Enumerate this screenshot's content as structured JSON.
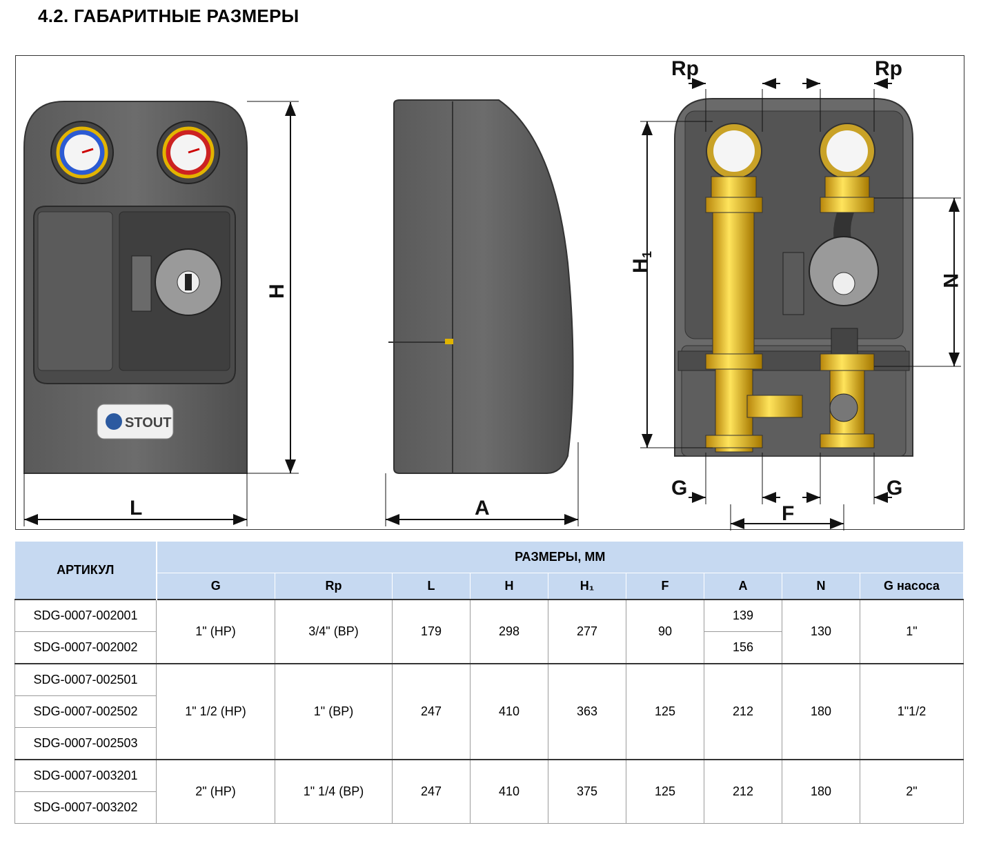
{
  "title": "4.2. ГАБАРИТНЫЕ РАЗМЕРЫ",
  "drawing": {
    "labels": {
      "H": "H",
      "L": "L",
      "A": "A",
      "H1": "H",
      "H1_sub": "1",
      "N": "N",
      "F": "F",
      "G_left": "G",
      "G_right": "G",
      "Rp_left": "Rp",
      "Rp_right": "Rp"
    },
    "logo_text": "STOUT"
  },
  "table": {
    "article_header": "АРТИКУЛ",
    "group_header": "РАЗМЕРЫ, ММ",
    "columns": [
      "G",
      "Rp",
      "L",
      "H",
      "H₁",
      "F",
      "A",
      "N",
      "G насоса"
    ],
    "groups": [
      {
        "articles": [
          "SDG-0007-002001",
          "SDG-0007-002002"
        ],
        "G": "1\" (НР)",
        "Rp": "3/4\" (ВР)",
        "L": "179",
        "H": "298",
        "H1": "277",
        "F": "90",
        "A": [
          "139",
          "156"
        ],
        "N": "130",
        "G_pump": "1\""
      },
      {
        "articles": [
          "SDG-0007-002501",
          "SDG-0007-002502",
          "SDG-0007-002503"
        ],
        "G": "1\" 1/2  (НР)",
        "Rp": "1\" (ВР)",
        "L": "247",
        "H": "410",
        "H1": "363",
        "F": "125",
        "A": "212",
        "N": "180",
        "G_pump": "1\"1/2"
      },
      {
        "articles": [
          "SDG-0007-003201",
          "SDG-0007-003202"
        ],
        "G": "2\" (НР)",
        "Rp": "1\" 1/4  (ВР)",
        "L": "247",
        "H": "410",
        "H1": "375",
        "F": "125",
        "A": "212",
        "N": "180",
        "G_pump": "2\""
      }
    ]
  }
}
